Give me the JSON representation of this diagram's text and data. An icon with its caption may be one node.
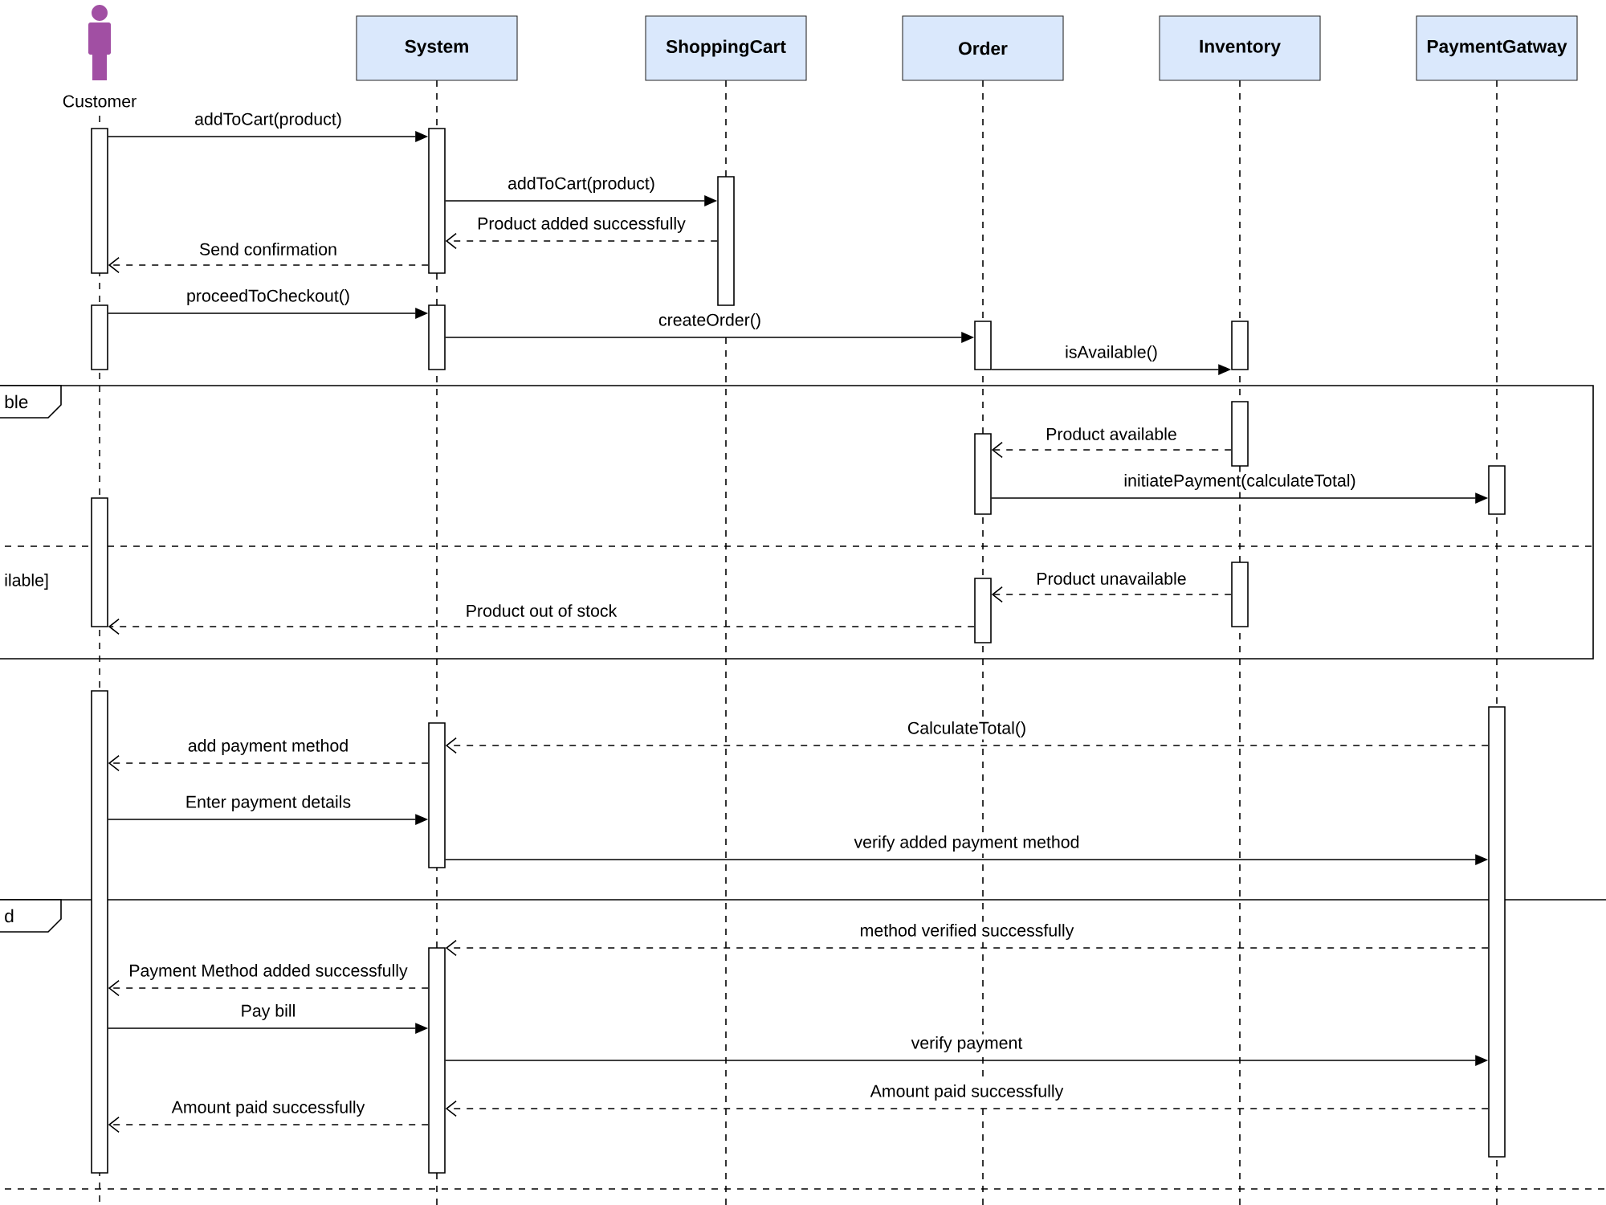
{
  "diagram": {
    "nodes": [
      {
        "text": [
          "Customer"
        ]
      },
      {
        "text": [
          "System"
        ]
      },
      {
        "text": [
          "ShoppingCart"
        ]
      },
      {
        "text": [
          "Order"
        ]
      },
      {
        "text": [
          "Inventory"
        ]
      },
      {
        "text": [
          "PaymentGatway"
        ]
      },
      {
        "text": [],
        "shape": "bar"
      },
      {
        "text": [],
        "shape": "bar"
      },
      {
        "text": [],
        "shape": "bar"
      },
      {
        "text": [],
        "shape": "bar"
      },
      {
        "text": [],
        "shape": "bar"
      },
      {
        "text": [],
        "shape": "bar"
      },
      {
        "text": [],
        "shape": "bar"
      },
      {
        "text": [
          "ble"
        ]
      },
      {
        "text": [],
        "shape": "bar"
      },
      {
        "text": [],
        "shape": "bar"
      },
      {
        "text": [],
        "shape": "bar"
      },
      {
        "text": [],
        "shape": "bar"
      },
      {
        "text": [],
        "shape": "bar"
      },
      {
        "text": [],
        "shape": "bar"
      },
      {
        "text": [],
        "shape": "bar"
      },
      {
        "text": [],
        "shape": "bar"
      },
      {
        "text": [],
        "shape": "bar"
      },
      {
        "text": [
          "d"
        ]
      },
      {
        "text": [],
        "shape": "bar"
      }
    ],
    "edges": [
      {
        "from": 6,
        "to": 7,
        "arrow": "to",
        "label": "addToCart(product)"
      },
      {
        "from": 7,
        "to": 8,
        "arrow": "to",
        "label": "addToCart(product)"
      },
      {
        "from": 8,
        "to": 7,
        "arrow": "to",
        "label": "Product added successfully",
        "style": "dashed"
      },
      {
        "from": 7,
        "to": 6,
        "arrow": "to",
        "label": "Send confirmation",
        "style": "dashed"
      },
      {
        "from": 9,
        "to": 10,
        "arrow": "to",
        "label": "proceedToCheckout()"
      },
      {
        "from": 10,
        "to": 11,
        "arrow": "to",
        "label": "createOrder()"
      },
      {
        "from": 11,
        "to": 12,
        "arrow": "to",
        "label": "isAvailable()"
      },
      {
        "from": 14,
        "to": 15,
        "arrow": "to",
        "label": "Product available",
        "style": "dashed"
      },
      {
        "from": 15,
        "to": 16,
        "arrow": "to",
        "label": "initiatePayment(calculateTotal)"
      },
      {
        "from": 18,
        "to": 19,
        "arrow": "to",
        "label": "Product unavailable",
        "style": "dashed"
      },
      {
        "from": 19,
        "to": 17,
        "arrow": "to",
        "label": "Product out of stock",
        "style": "dashed"
      },
      {
        "from": 21,
        "to": 22,
        "arrow": "to",
        "label": "CalculateTotal()",
        "style": "dashed"
      },
      {
        "from": 22,
        "to": 20,
        "arrow": "to",
        "label": "add payment method",
        "style": "dashed"
      },
      {
        "from": 20,
        "to": 22,
        "arrow": "to",
        "label": "Enter payment details"
      },
      {
        "from": 22,
        "to": 21,
        "arrow": "to",
        "label": "verify added payment method"
      },
      {
        "from": 21,
        "to": 24,
        "arrow": "to",
        "label": "method verified successfully",
        "style": "dashed"
      },
      {
        "from": 24,
        "to": 20,
        "arrow": "to",
        "label": "Payment Method added successfully",
        "style": "dashed"
      },
      {
        "from": 20,
        "to": 24,
        "arrow": "to",
        "label": "Pay bill"
      },
      {
        "from": 24,
        "to": 21,
        "arrow": "to",
        "label": "verify payment"
      },
      {
        "from": 21,
        "to": 24,
        "arrow": "to",
        "label": "Amount paid successfully",
        "style": "dashed"
      },
      {
        "from": 24,
        "to": 20,
        "arrow": "to",
        "label": "Amount paid successfully",
        "style": "dashed"
      }
    ],
    "labels": [
      "ilable]"
    ]
  }
}
